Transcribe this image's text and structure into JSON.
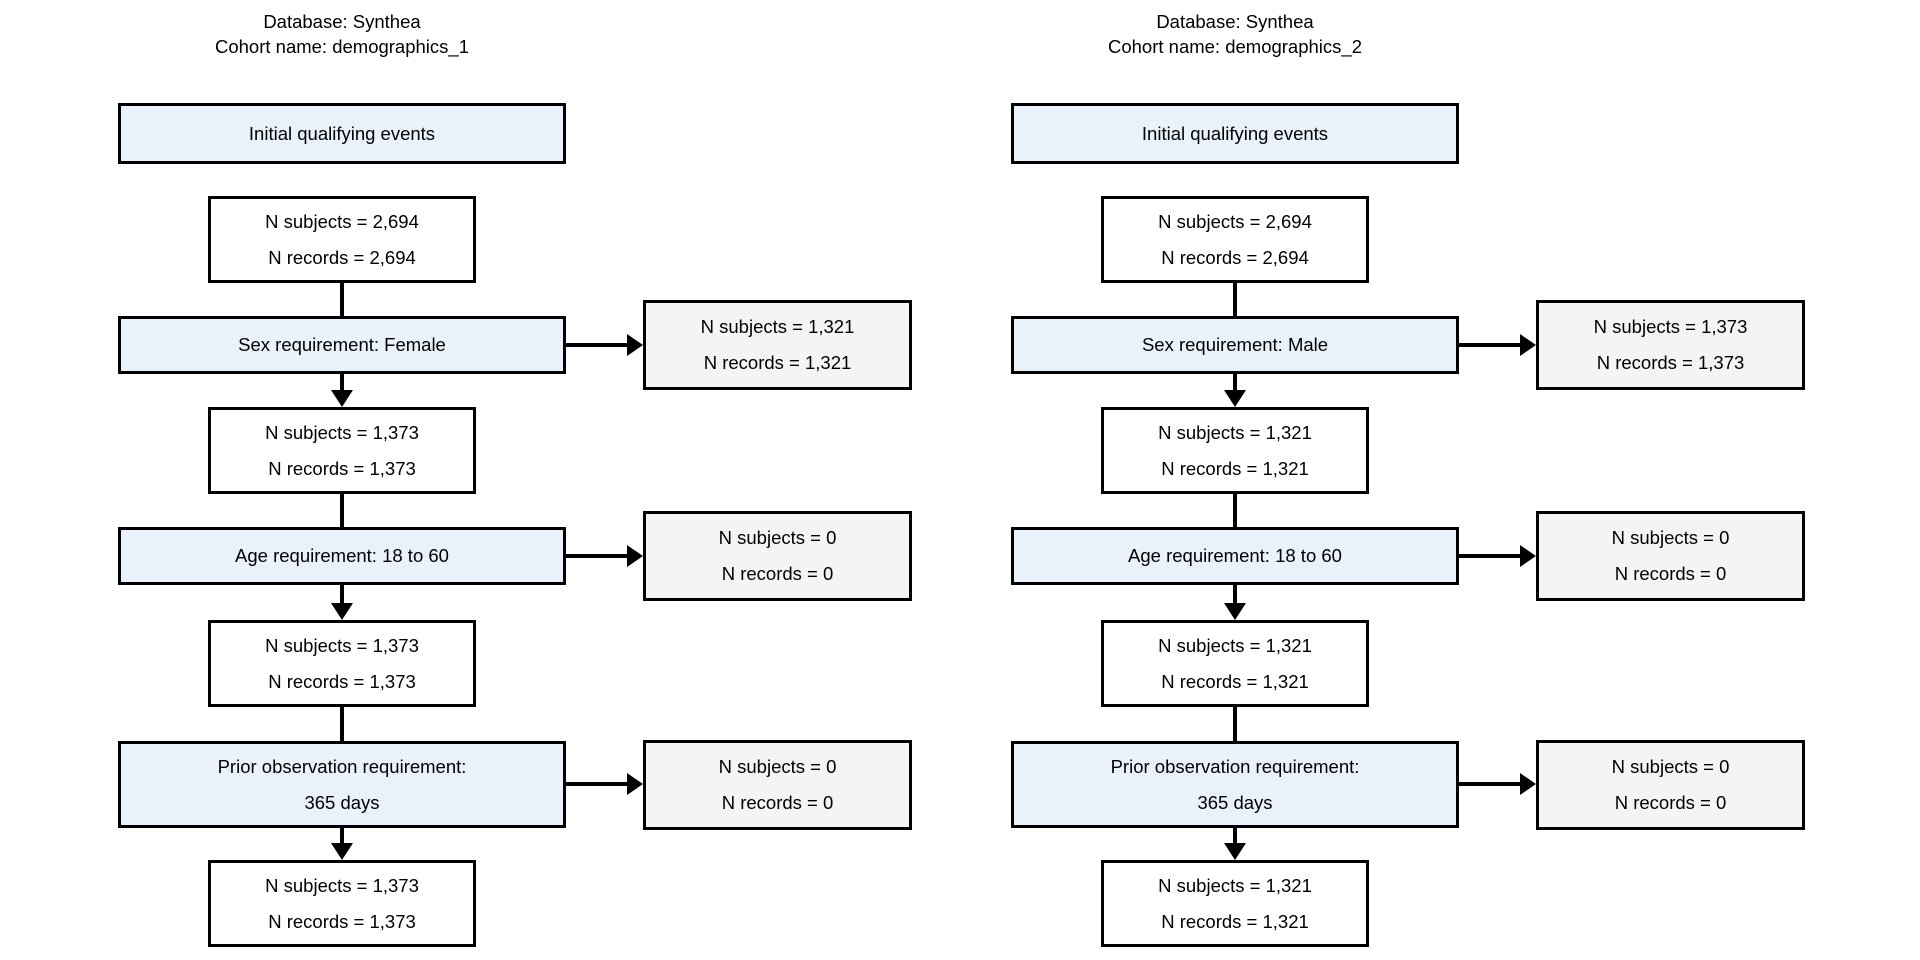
{
  "colors": {
    "step_fill": "#e9f2fb",
    "count_fill": "#ffffff",
    "excluded_fill": "#f4f4f4",
    "border": "#000000",
    "arrow": "#000000",
    "text": "#000000"
  },
  "diagrams": [
    {
      "database": "Database: Synthea",
      "cohort": "Cohort name: demographics_1",
      "initial_label": "Initial qualifying events",
      "counts": [
        {
          "line1": "N subjects = 2,694",
          "line2": "N records = 2,694"
        },
        {
          "line1": "N subjects = 1,373",
          "line2": "N records = 1,373"
        },
        {
          "line1": "N subjects = 1,373",
          "line2": "N records = 1,373"
        },
        {
          "line1": "N subjects = 1,373",
          "line2": "N records = 1,373"
        }
      ],
      "steps": [
        {
          "label_line1": "Sex requirement: Female",
          "label_line2": "",
          "excluded": {
            "line1": "N subjects = 1,321",
            "line2": "N records = 1,321"
          }
        },
        {
          "label_line1": "Age requirement: 18 to 60",
          "label_line2": "",
          "excluded": {
            "line1": "N subjects = 0",
            "line2": "N records = 0"
          }
        },
        {
          "label_line1": "Prior observation requirement:",
          "label_line2": "365 days",
          "excluded": {
            "line1": "N subjects = 0",
            "line2": "N records = 0"
          }
        }
      ]
    },
    {
      "database": "Database: Synthea",
      "cohort": "Cohort name: demographics_2",
      "initial_label": "Initial qualifying events",
      "counts": [
        {
          "line1": "N subjects = 2,694",
          "line2": "N records = 2,694"
        },
        {
          "line1": "N subjects = 1,321",
          "line2": "N records = 1,321"
        },
        {
          "line1": "N subjects = 1,321",
          "line2": "N records = 1,321"
        },
        {
          "line1": "N subjects = 1,321",
          "line2": "N records = 1,321"
        }
      ],
      "steps": [
        {
          "label_line1": "Sex requirement: Male",
          "label_line2": "",
          "excluded": {
            "line1": "N subjects = 1,373",
            "line2": "N records = 1,373"
          }
        },
        {
          "label_line1": "Age requirement: 18 to 60",
          "label_line2": "",
          "excluded": {
            "line1": "N subjects = 0",
            "line2": "N records = 0"
          }
        },
        {
          "label_line1": "Prior observation requirement:",
          "label_line2": "365 days",
          "excluded": {
            "line1": "N subjects = 0",
            "line2": "N records = 0"
          }
        }
      ]
    }
  ]
}
